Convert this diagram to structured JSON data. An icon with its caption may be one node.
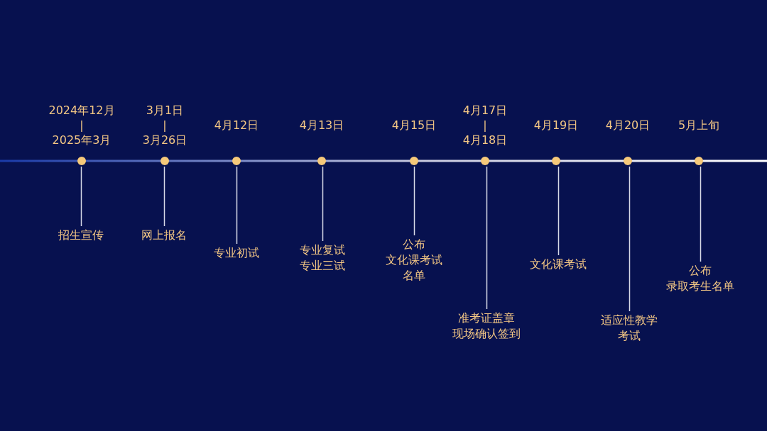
{
  "diagram": {
    "nodes": [
      {
        "text": [],
        "shape": "circle",
        "beside": [
          "2024年12月",
          "|",
          "2025年3月"
        ]
      },
      {
        "text": [
          "招生宣传"
        ]
      },
      {
        "text": [],
        "shape": "circle",
        "beside": [
          "3月1日",
          "|",
          "3月26日"
        ]
      },
      {
        "text": [
          "网上报名"
        ]
      },
      {
        "text": [],
        "shape": "circle",
        "beside": [
          "4月12日"
        ]
      },
      {
        "text": [
          "专业初试"
        ]
      },
      {
        "text": [],
        "shape": "circle",
        "beside": [
          "4月13日"
        ]
      },
      {
        "text": [
          "专业复试",
          "专业三试"
        ]
      },
      {
        "text": [],
        "shape": "circle",
        "beside": [
          "4月15日"
        ]
      },
      {
        "text": [
          "公布",
          "文化课考试",
          "名单"
        ]
      },
      {
        "text": [],
        "shape": "circle",
        "beside": [
          "4月17日",
          "|",
          "4月18日"
        ]
      },
      {
        "text": [
          "准考证盖章",
          "现场确认签到"
        ]
      },
      {
        "text": [],
        "shape": "circle",
        "beside": [
          "4月19日"
        ]
      },
      {
        "text": [
          "文化课考试"
        ]
      },
      {
        "text": [],
        "shape": "circle",
        "beside": [
          "4月20日"
        ]
      },
      {
        "text": [
          "适应性教学",
          "考试"
        ]
      },
      {
        "text": [],
        "shape": "circle",
        "beside": [
          "5月上旬"
        ]
      },
      {
        "text": [
          "公布",
          "录取考生名单"
        ]
      }
    ],
    "edges": [
      {
        "from": 0,
        "to": 1,
        "arrow": "none"
      },
      {
        "from": 2,
        "to": 3,
        "arrow": "none"
      },
      {
        "from": 4,
        "to": 5,
        "arrow": "none"
      },
      {
        "from": 6,
        "to": 7,
        "arrow": "none"
      },
      {
        "from": 8,
        "to": 9,
        "arrow": "none"
      },
      {
        "from": 10,
        "to": 11,
        "arrow": "none"
      },
      {
        "from": 12,
        "to": 13,
        "arrow": "none"
      },
      {
        "from": 14,
        "to": 15,
        "arrow": "none"
      },
      {
        "from": 16,
        "to": 17,
        "arrow": "none"
      }
    ]
  }
}
